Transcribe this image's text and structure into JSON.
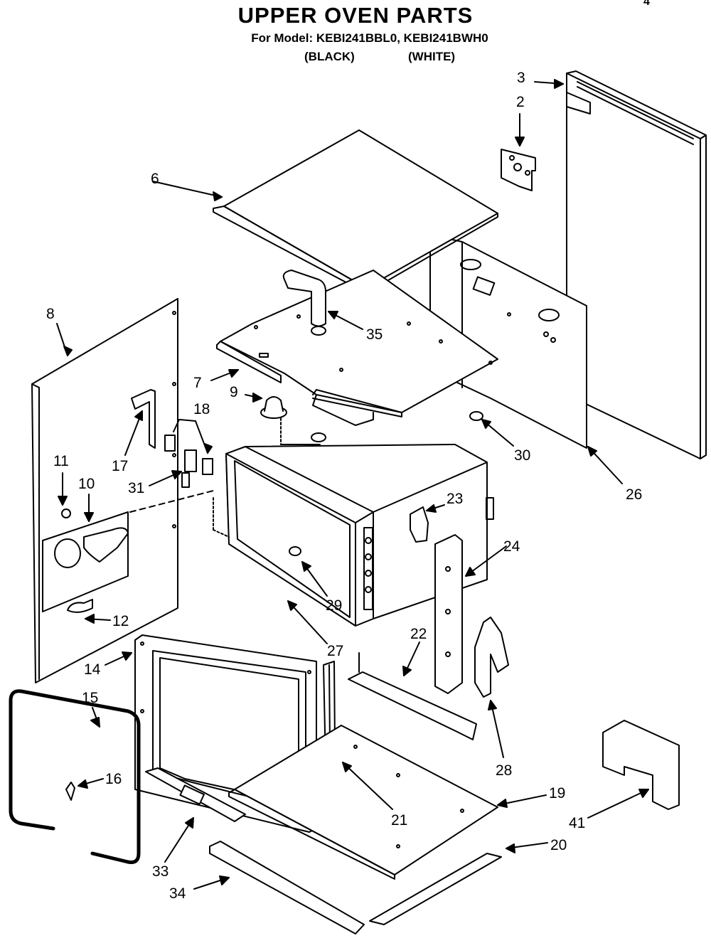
{
  "header": {
    "title": "UPPER OVEN PARTS",
    "model_line": "For Model: KEBI241BBL0, KEBI241BWH0",
    "color_black": "(BLACK)",
    "color_white": "(WHITE)",
    "corner_text": "4"
  },
  "callouts": [
    "2",
    "3",
    "6",
    "7",
    "8",
    "9",
    "10",
    "11",
    "12",
    "14",
    "15",
    "16",
    "17",
    "18",
    "19",
    "20",
    "21",
    "22",
    "23",
    "24",
    "26",
    "27",
    "28",
    "29",
    "30",
    "31",
    "33",
    "34",
    "35",
    "41"
  ]
}
